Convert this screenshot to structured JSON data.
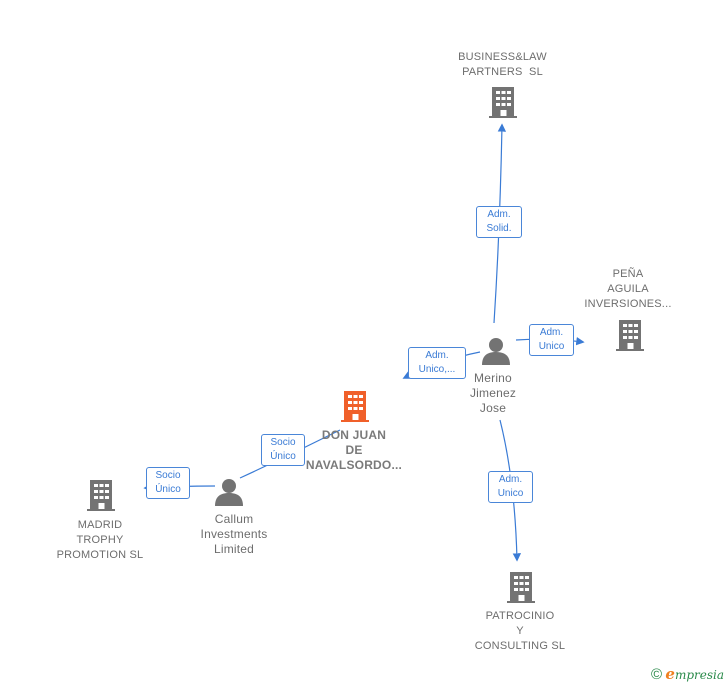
{
  "nodes": {
    "business_law": {
      "label_lines": [
        "BUSINESS&LAW",
        "PARTNERS  SL"
      ],
      "kind": "company"
    },
    "pena_aguila": {
      "label_lines": [
        "PEÑA",
        "AGUILA",
        "INVERSIONES..."
      ],
      "kind": "company"
    },
    "merino": {
      "label_lines": [
        "Merino",
        "Jimenez",
        "Jose"
      ],
      "kind": "person"
    },
    "don_juan": {
      "label_lines": [
        "DON JUAN",
        "DE",
        "NAVALSORDO..."
      ],
      "kind": "focus"
    },
    "callum": {
      "label_lines": [
        "Callum",
        "Investments",
        "Limited"
      ],
      "kind": "person"
    },
    "madrid_trophy": {
      "label_lines": [
        "MADRID",
        "TROPHY",
        "PROMOTION SL"
      ],
      "kind": "company"
    },
    "patrocinio": {
      "label_lines": [
        "PATROCINIO",
        "Y",
        "CONSULTING SL"
      ],
      "kind": "company"
    }
  },
  "edges": {
    "merino_business": {
      "label_lines": [
        "Adm.",
        "Solid."
      ]
    },
    "merino_pena": {
      "label_lines": [
        "Adm.",
        "Unico"
      ]
    },
    "merino_donjuan": {
      "label_lines": [
        "Adm.",
        "Unico,..."
      ]
    },
    "merino_patrocinio": {
      "label_lines": [
        "Adm.",
        "Unico"
      ]
    },
    "callum_donjuan": {
      "label_lines": [
        "Socio",
        "Único"
      ]
    },
    "callum_madrid": {
      "label_lines": [
        "Socio",
        "Único"
      ]
    }
  },
  "colors": {
    "edge": "#3a7bd5",
    "company_icon": "#737373",
    "focus_icon": "#f0602a",
    "person_icon": "#737373"
  },
  "footer": {
    "copyright": "©",
    "brand_e": "e",
    "brand_rest": "mpresia"
  }
}
